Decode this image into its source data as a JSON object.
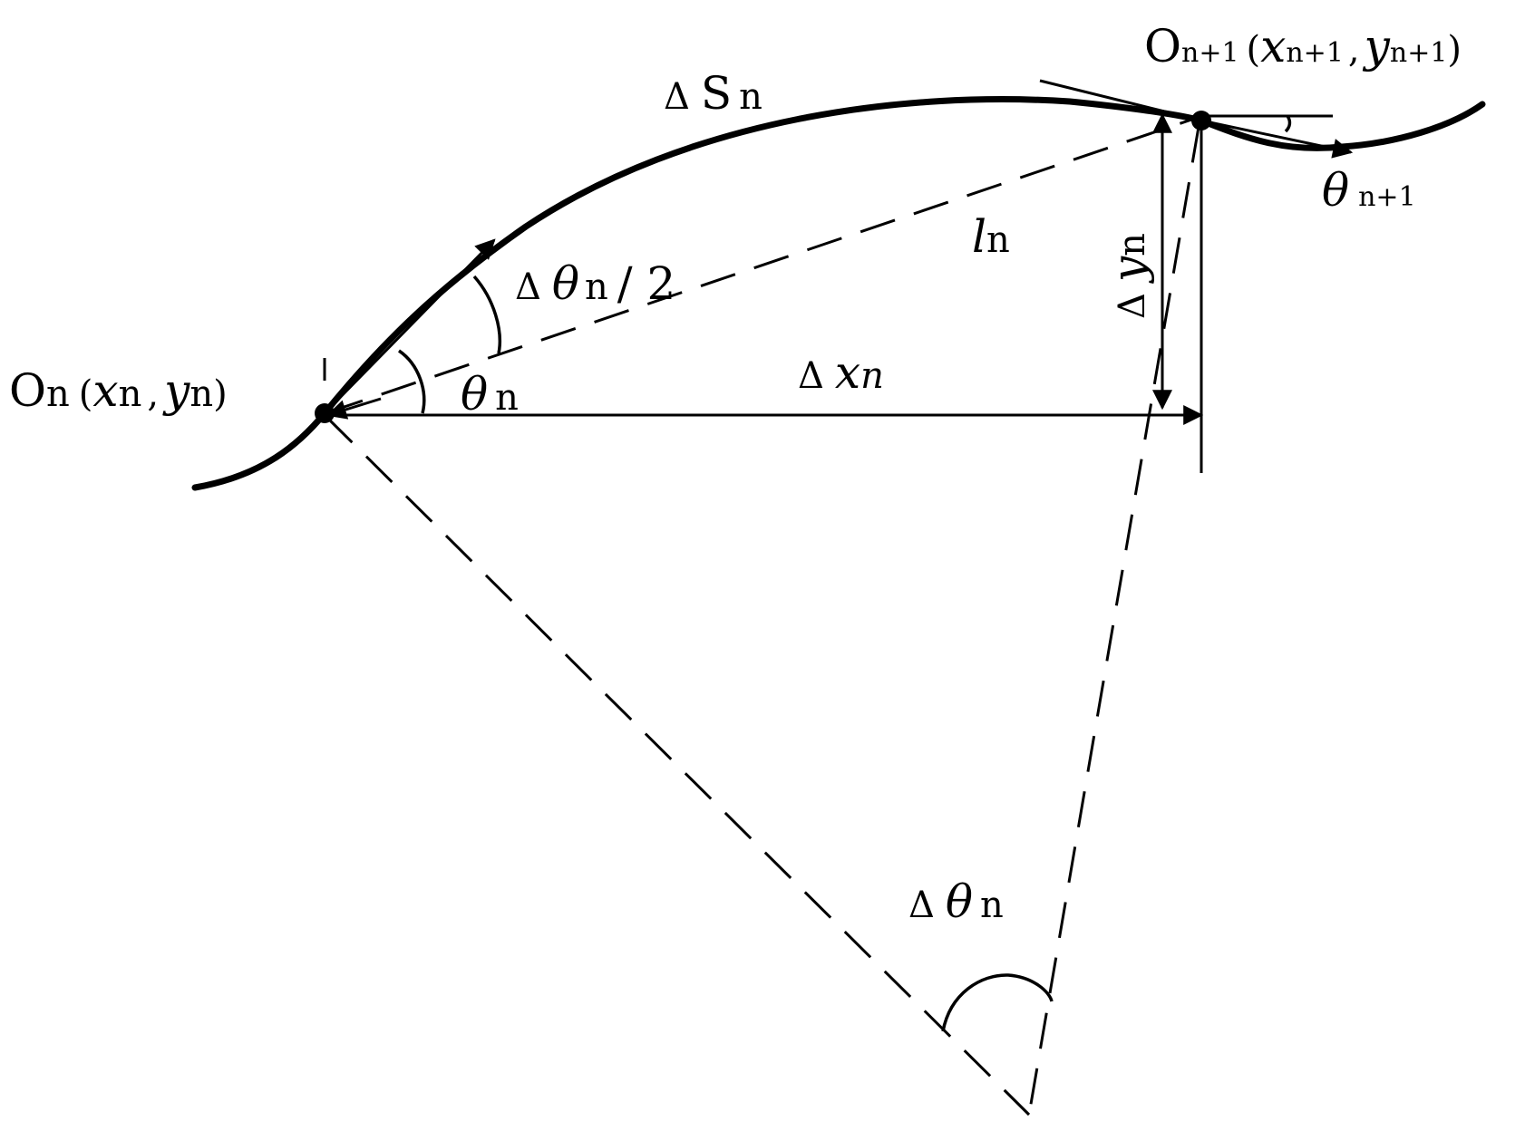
{
  "labels": {
    "point_n": {
      "O": "O",
      "sub": "n",
      "paren_open": "(",
      "x": "x",
      "x_sub": "n",
      "comma": ",",
      "y": "y",
      "y_sub": "n",
      "paren_close": ")"
    },
    "point_n1": {
      "O": "O",
      "sub": "n+1",
      "paren_open": "(",
      "x": "x",
      "x_sub": "n+1",
      "comma": ",",
      "y": "y",
      "y_sub": "n+1",
      "paren_close": ")"
    },
    "arc_length": {
      "delta": "Δ",
      "symbol": "S",
      "sub": "n"
    },
    "chord": {
      "symbol": "l",
      "sub": "n"
    },
    "half_angle": {
      "delta": "Δ",
      "symbol": "θ",
      "sub": "n",
      "suffix": "/ 2"
    },
    "theta_n": {
      "symbol": "θ",
      "sub": "n"
    },
    "theta_n1": {
      "symbol": "θ",
      "sub": "n+1"
    },
    "delta_x": {
      "delta": "Δ",
      "symbol": "x",
      "sub": "n"
    },
    "delta_y": {
      "delta": "Δ",
      "symbol": "y",
      "sub": "n"
    },
    "delta_theta": {
      "delta": "Δ",
      "symbol": "θ",
      "sub": "n"
    }
  }
}
